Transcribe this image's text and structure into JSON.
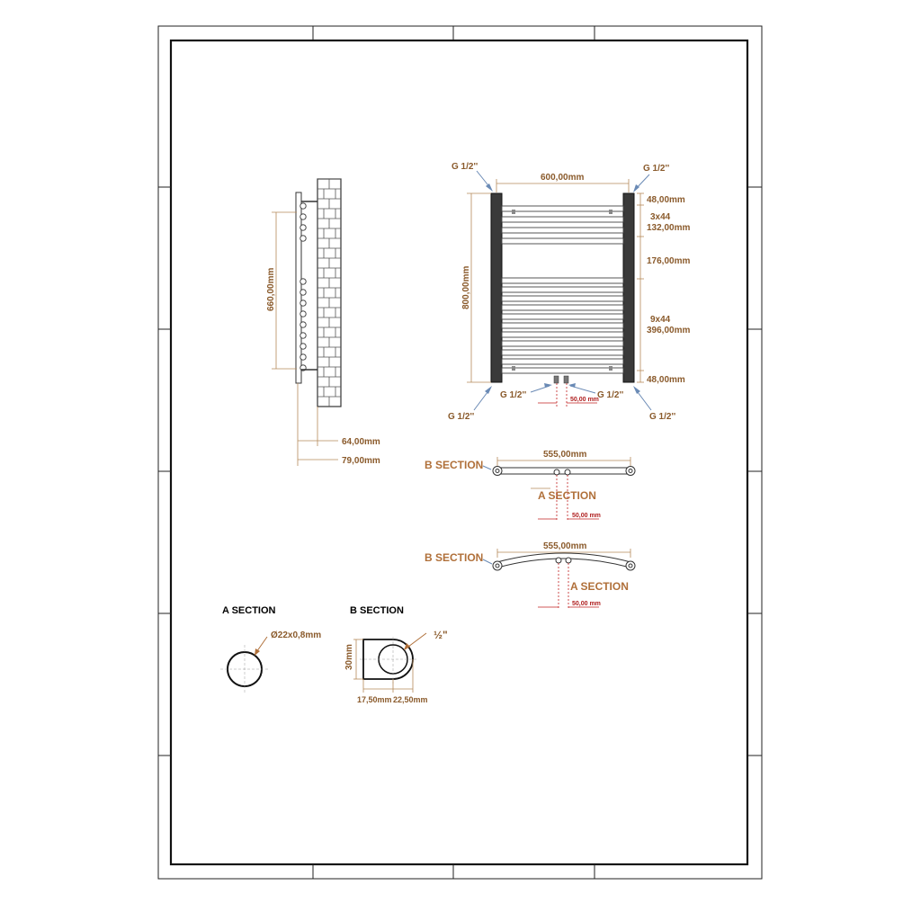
{
  "labels": {
    "g_tl": "G 1/2''",
    "g_tr": "G 1/2''",
    "g_bl_inner": "G 1/2''",
    "g_bl_outer": "G 1/2''",
    "g_br_inner": "G 1/2''",
    "g_br_outer": "G 1/2''",
    "width_600": "600,00mm",
    "height_800": "800,00mm",
    "height_660": "660,00mm",
    "d_48_top": "48,00mm",
    "d_3x44": "3x44",
    "d_132": "132,00mm",
    "d_176": "176,00mm",
    "d_9x44": "9x44",
    "d_396": "396,00mm",
    "d_48_bottom": "48,00mm",
    "d_50_front": "50,00 mm",
    "d_64": "64,00mm",
    "d_79": "79,00mm",
    "b_section_1": "B SECTION",
    "a_section_1": "A SECTION",
    "d_555_1": "555,00mm",
    "d_50_b1": "50,00 mm",
    "b_section_2": "B SECTION",
    "a_section_2": "A SECTION",
    "d_555_2": "555,00mm",
    "d_50_b2": "50,00 mm",
    "a_section_title": "A SECTION",
    "b_section_title": "B SECTION",
    "tube_dia": "Ø22x0,8mm",
    "half_inch": "½\"",
    "d_30": "30mm",
    "d_17_5": "17,50mm",
    "d_22_5": "22,50mm"
  }
}
